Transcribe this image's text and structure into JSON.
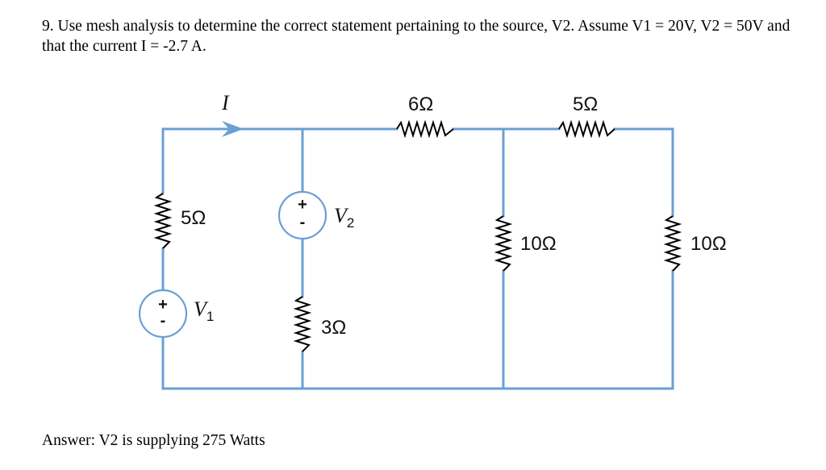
{
  "question": "9. Use mesh analysis to determine the correct statement pertaining to the source, V2.  Assume V1 = 20V, V2 = 50V and that the current I = -2.7 A.",
  "answer": "Answer: V2 is supplying 275 Watts",
  "circuit": {
    "current_label": "I",
    "resistors": {
      "left": "5Ω",
      "top_mid": "6Ω",
      "top_right": "5Ω",
      "middle_series": "3Ω",
      "mid_vertical": "10Ω",
      "right_vertical": "10Ω"
    },
    "sources": {
      "v1": {
        "symbol": "V",
        "subscript": "1",
        "plus": "+",
        "minus": "-"
      },
      "v2": {
        "symbol": "V",
        "subscript": "2",
        "plus": "+",
        "minus": "-"
      }
    }
  },
  "colors": {
    "wire": "#6a9fd4",
    "resistor": "#000000"
  }
}
